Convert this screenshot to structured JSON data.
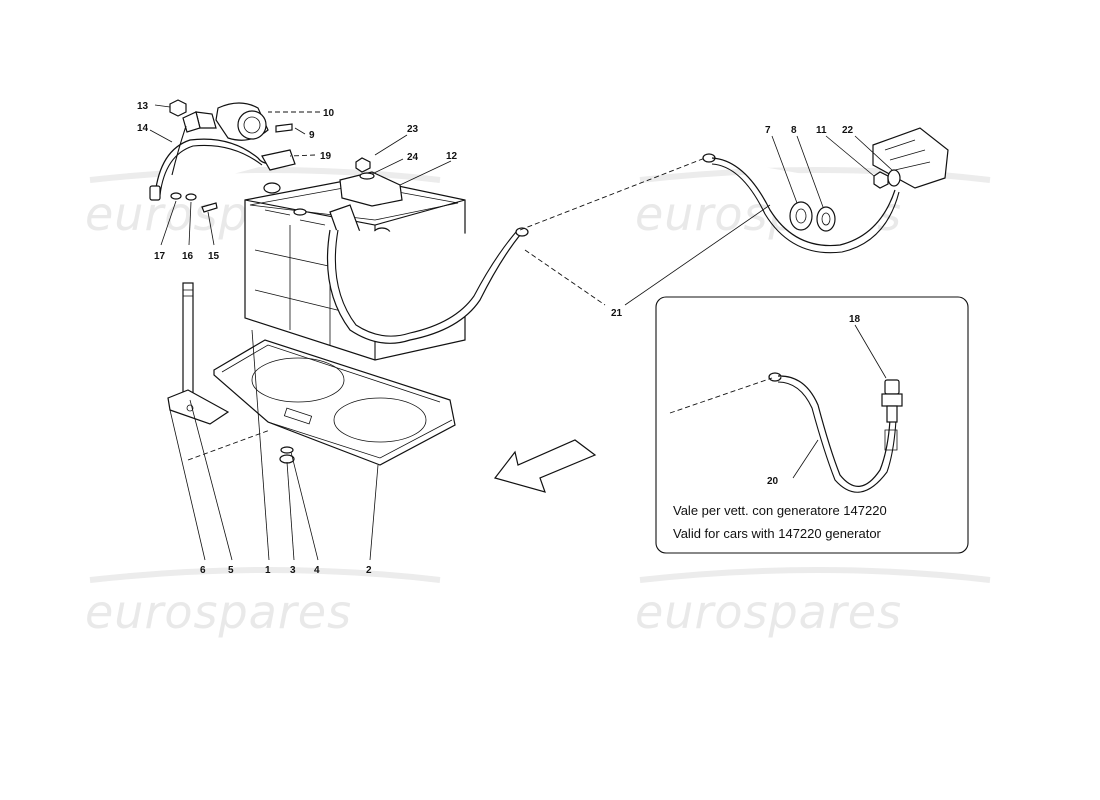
{
  "watermark": {
    "text": "eurospares",
    "color": "#e9e9e9"
  },
  "callouts": {
    "c1": "1",
    "c2": "2",
    "c3": "3",
    "c4": "4",
    "c5": "5",
    "c6": "6",
    "c7": "7",
    "c8": "8",
    "c9": "9",
    "c10": "10",
    "c11": "11",
    "c12": "12",
    "c13": "13",
    "c14": "14",
    "c15": "15",
    "c16": "16",
    "c17": "17",
    "c18": "18",
    "c19": "19",
    "c20": "20",
    "c21": "21",
    "c22": "22",
    "c23": "23",
    "c24": "24"
  },
  "inset": {
    "caption_it": "Vale per vett. con generatore 147220",
    "caption_en": "Valid for cars with 147220 generator"
  }
}
